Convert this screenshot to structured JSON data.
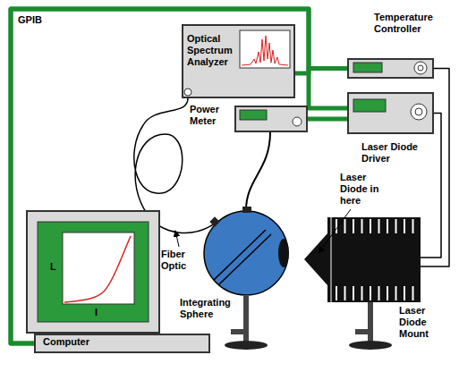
{
  "diagram": {
    "nodes": [
      {
        "text": [
          "Optical Spectrum Analyzer"
        ]
      },
      {
        "text": [
          "Temperature Controller"
        ]
      },
      {
        "text": [
          "Laser Diode Driver"
        ]
      },
      {
        "text": [
          "Power Meter"
        ]
      },
      {
        "text": [
          "Integrating Sphere"
        ]
      },
      {
        "text": [
          "Laser Diode Mount"
        ]
      },
      {
        "text": [
          "Computer"
        ]
      }
    ],
    "edges": [
      {
        "from": 6,
        "to": 1,
        "arrow": "none"
      },
      {
        "from": 0,
        "to": 1,
        "arrow": "none"
      },
      {
        "from": 6,
        "to": 2,
        "arrow": "none"
      },
      {
        "from": 3,
        "to": 2,
        "arrow": "none"
      },
      {
        "from": 1,
        "to": 5,
        "arrow": "none"
      },
      {
        "from": 2,
        "to": 5,
        "arrow": "none"
      },
      {
        "from": 4,
        "to": 0,
        "arrow": "none"
      },
      {
        "from": 4,
        "to": 3,
        "arrow": "none"
      }
    ],
    "labels": [
      "GPIB",
      "Fiber Optic",
      "Laser Diode in here",
      "L",
      "I"
    ]
  }
}
